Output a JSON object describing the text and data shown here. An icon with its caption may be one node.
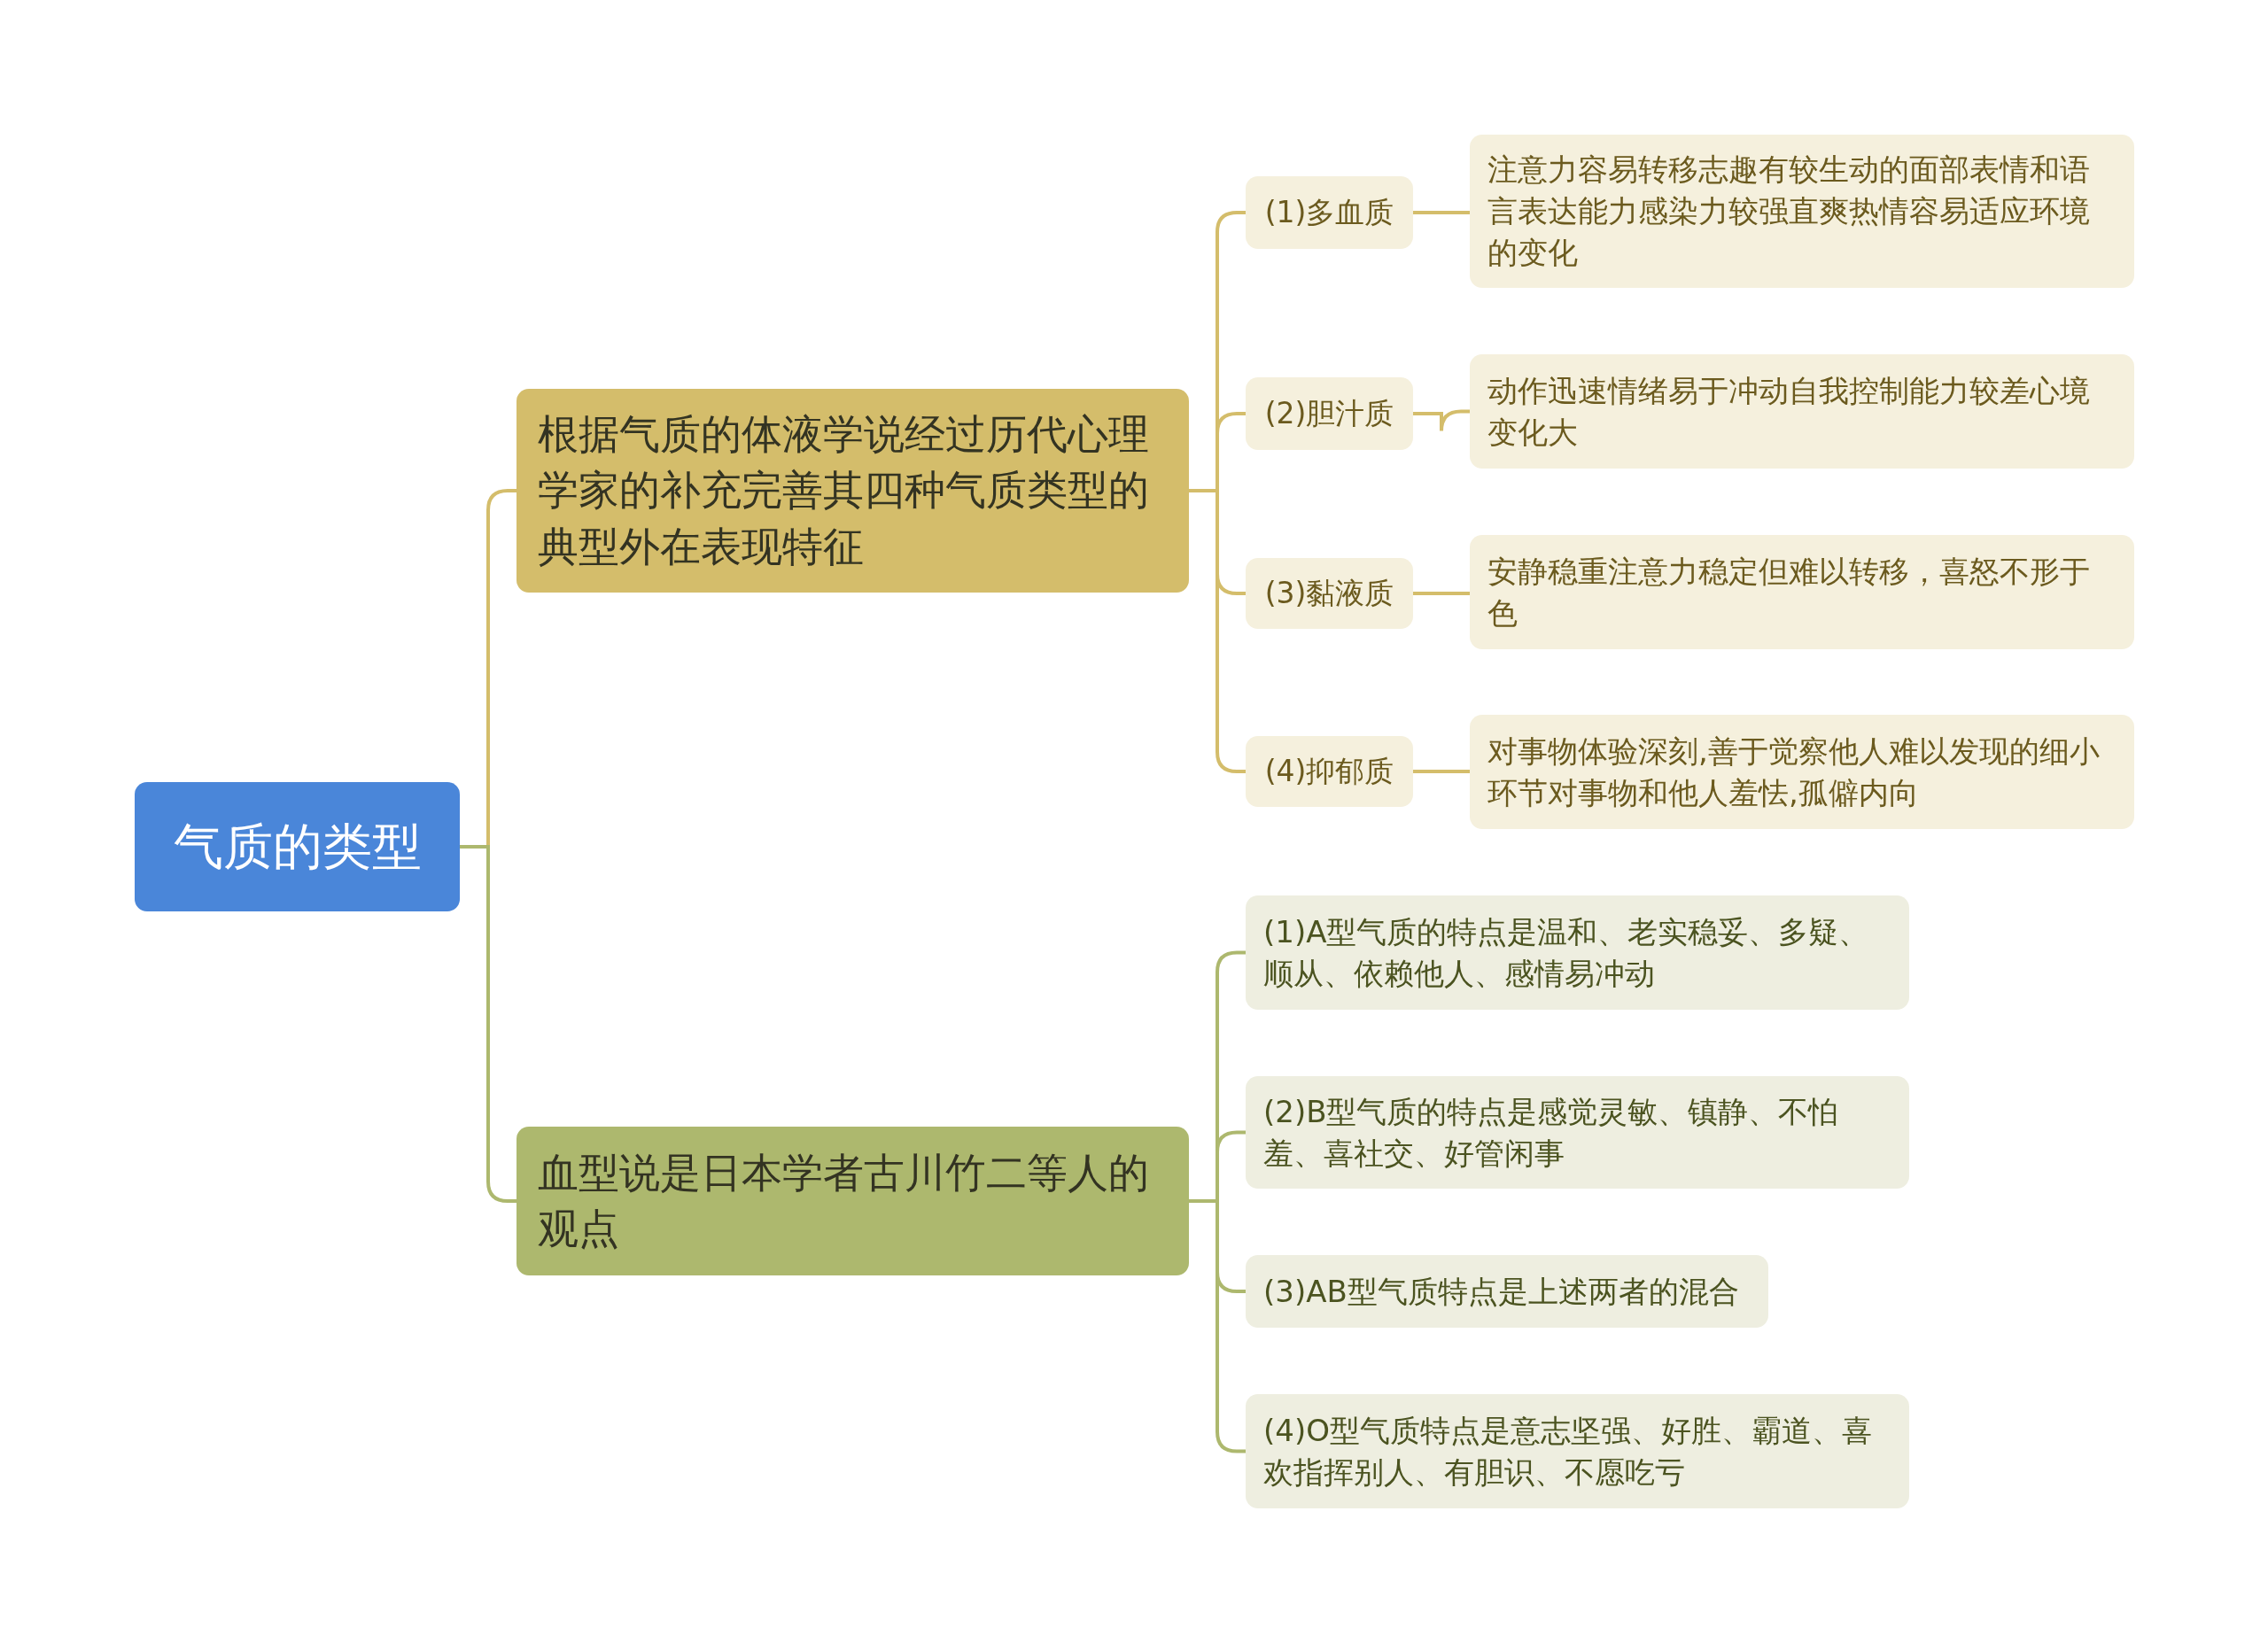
{
  "diagram": {
    "nodes": [
      {
        "text": [
          "气质的类型"
        ]
      },
      {
        "text": [
          "根据气质的体液学说经过历代心理学家的补充完善其四种气质类型的典型外在表现特征"
        ]
      },
      {
        "text": [
          "(1)多血质"
        ]
      },
      {
        "text": [
          "注意力容易转移志趣有较生动的面部表情和语言表达能力感染力较强直爽热情容易适应环境的变化"
        ]
      },
      {
        "text": [
          "(2)胆汁质"
        ]
      },
      {
        "text": [
          "动作迅速情绪易于冲动自我控制能力较差心境变化大"
        ]
      },
      {
        "text": [
          "(3)黏液质"
        ]
      },
      {
        "text": [
          "安静稳重注意力稳定但难以转移，喜怒不形于色"
        ]
      },
      {
        "text": [
          "(4)抑郁质"
        ]
      },
      {
        "text": [
          "对事物体验深刻,善于觉察他人难以发现的细小环节对事物和他人羞怯,孤僻内向"
        ]
      },
      {
        "text": [
          "血型说是日本学者古川竹二等人的观点"
        ]
      },
      {
        "text": [
          "(1)A型气质的特点是温和、老实稳妥、多疑、顺从、依赖他人、感情易冲动"
        ]
      },
      {
        "text": [
          "(2)B型气质的特点是感觉灵敏、镇静、不怕羞、喜社交、好管闲事"
        ]
      },
      {
        "text": [
          "(3)AB型气质特点是上述两者的混合"
        ]
      },
      {
        "text": [
          "(4)O型气质特点是意志坚强、好胜、霸道、喜欢指挥别人、有胆识、不愿吃亏"
        ]
      }
    ],
    "edges": [
      {
        "from": 0,
        "to": 1,
        "arrow": "none"
      },
      {
        "from": 1,
        "to": 2,
        "arrow": "none"
      },
      {
        "from": 2,
        "to": 3,
        "arrow": "none"
      },
      {
        "from": 1,
        "to": 4,
        "arrow": "none"
      },
      {
        "from": 4,
        "to": 5,
        "arrow": "none"
      },
      {
        "from": 1,
        "to": 6,
        "arrow": "none"
      },
      {
        "from": 6,
        "to": 7,
        "arrow": "none"
      },
      {
        "from": 1,
        "to": 8,
        "arrow": "none"
      },
      {
        "from": 8,
        "to": 9,
        "arrow": "none"
      },
      {
        "from": 0,
        "to": 10,
        "arrow": "none",
        "color": "#adb86e"
      },
      {
        "from": 10,
        "to": 11,
        "arrow": "none",
        "color": "#adb86e"
      },
      {
        "from": 10,
        "to": 12,
        "arrow": "none",
        "color": "#adb86e"
      },
      {
        "from": 10,
        "to": 13,
        "arrow": "none",
        "color": "#adb86e"
      },
      {
        "from": 10,
        "to": 14,
        "arrow": "none",
        "color": "#adb86e"
      }
    ]
  }
}
